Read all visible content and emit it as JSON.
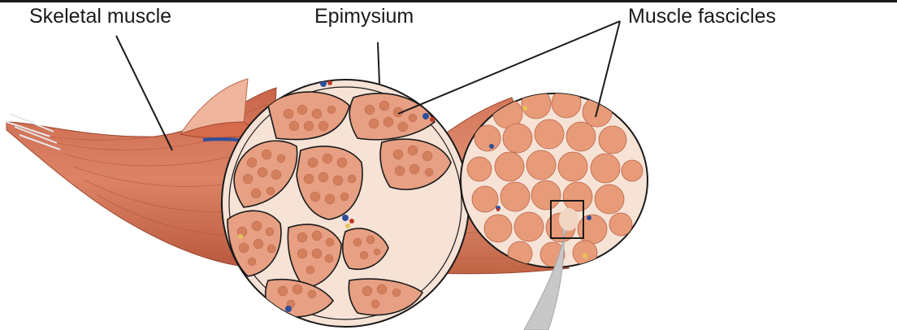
{
  "labels": {
    "skeletal_muscle": "Skeletal muscle",
    "epimysium": "Epimysium",
    "muscle_fascicles": "Muscle fascicles"
  },
  "colors": {
    "muscle": "#d9785a",
    "muscle_dark": "#b65a3e",
    "fascicle": "#e89b78",
    "fiber": "#d47f5c",
    "connective": "#f6e3d6",
    "outline": "#1a1a1a",
    "vessel_blue": "#2f4f9c",
    "vessel_red": "#c0392b",
    "fat_yellow": "#e8c25a",
    "callout": "#c8c8c8"
  }
}
